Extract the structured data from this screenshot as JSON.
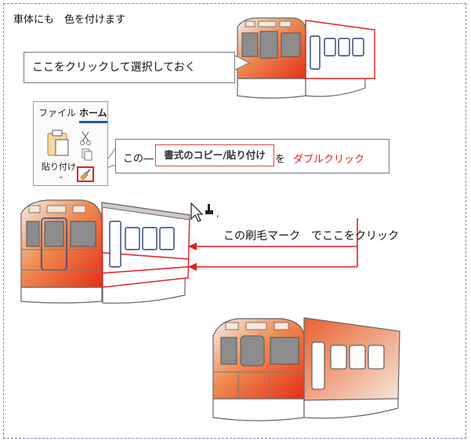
{
  "heading": "車体にも　色を付けます",
  "callout_select": "ここをクリックして選択しておく",
  "ribbon": {
    "tab_file": "ファイル",
    "tab_home": "ホーム",
    "paste_label": "貼り付け",
    "paste_caret": "⌄"
  },
  "tooltip": {
    "prefix": "この―",
    "command": "書式のコピー/貼り付け",
    "suffix": "を",
    "action": "ダブルクリック"
  },
  "brush_note": "この刷毛マーク　でここをクリック",
  "colors": {
    "accent_red": "#e02020",
    "train_orange": "#e8743a",
    "office_blue": "#2b579a"
  },
  "icons": [
    "clipboard-icon",
    "scissors-icon",
    "copy-icon",
    "format-painter-icon",
    "mouse-cursor-icon"
  ]
}
